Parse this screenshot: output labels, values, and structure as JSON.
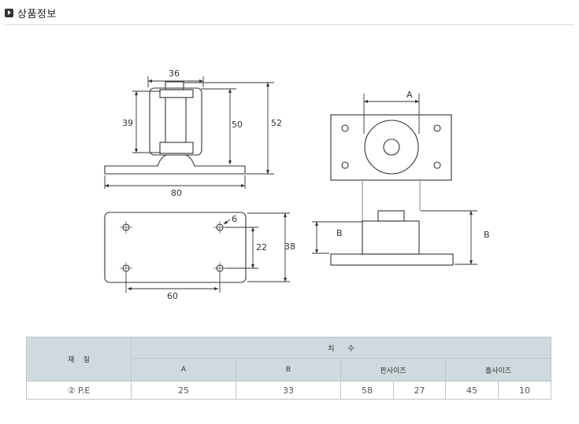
{
  "header": {
    "title": "상품정보",
    "icon": "play-square-icon"
  },
  "drawing": {
    "dims": {
      "d36": "36",
      "d39": "39",
      "d50": "50",
      "d52": "52",
      "d80": "80",
      "d6": "6",
      "d22": "22",
      "d38": "38",
      "d60": "60",
      "dA": "A",
      "dB_left": "B",
      "dB_right": "B"
    }
  },
  "table": {
    "header_material": "재    질",
    "header_dimensions": "치      수",
    "sub_a": "A",
    "sub_b": "B",
    "sub_plate": "판사이즈",
    "sub_hole": "홀사이즈",
    "rows": [
      {
        "material": "② P.E",
        "a": "25",
        "b": "33",
        "plate_1": "58",
        "plate_2": "27",
        "hole_1": "45",
        "hole_2": "10"
      }
    ]
  }
}
